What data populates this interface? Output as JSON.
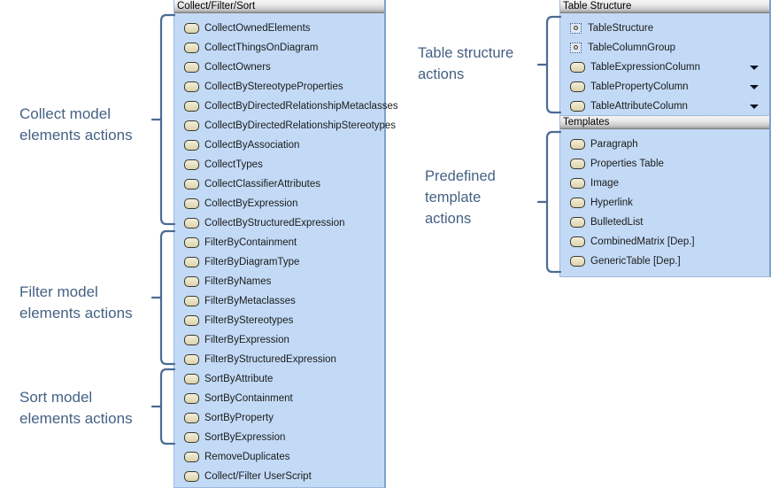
{
  "annotations": [
    {
      "id": "collect",
      "lines": [
        "Collect model",
        "elements actions"
      ]
    },
    {
      "id": "filter",
      "lines": [
        "Filter model",
        "elements actions"
      ]
    },
    {
      "id": "sort",
      "lines": [
        "Sort model",
        "elements actions"
      ]
    },
    {
      "id": "table",
      "lines": [
        "Table structure",
        "actions"
      ]
    },
    {
      "id": "template",
      "lines": [
        "Predefined",
        "template",
        "actions"
      ]
    }
  ],
  "panels": {
    "collect_filter_sort": {
      "title": "Collect/Filter/Sort",
      "items": [
        {
          "label": "CollectOwnedElements",
          "icon": "pill",
          "caret": false
        },
        {
          "label": "CollectThingsOnDiagram",
          "icon": "pill",
          "caret": false
        },
        {
          "label": "CollectOwners",
          "icon": "pill",
          "caret": false
        },
        {
          "label": "CollectByStereotypeProperties",
          "icon": "pill",
          "caret": false
        },
        {
          "label": "CollectByDirectedRelationshipMetaclasses",
          "icon": "pill",
          "caret": false
        },
        {
          "label": "CollectByDirectedRelationshipStereotypes",
          "icon": "pill",
          "caret": false
        },
        {
          "label": "CollectByAssociation",
          "icon": "pill",
          "caret": false
        },
        {
          "label": "CollectTypes",
          "icon": "pill",
          "caret": false
        },
        {
          "label": "CollectClassifierAttributes",
          "icon": "pill",
          "caret": false
        },
        {
          "label": "CollectByExpression",
          "icon": "pill",
          "caret": false
        },
        {
          "label": "CollectByStructuredExpression",
          "icon": "pill",
          "caret": false
        },
        {
          "label": "FilterByContainment",
          "icon": "pill",
          "caret": false
        },
        {
          "label": "FilterByDiagramType",
          "icon": "pill",
          "caret": false
        },
        {
          "label": "FilterByNames",
          "icon": "pill",
          "caret": false
        },
        {
          "label": "FilterByMetaclasses",
          "icon": "pill",
          "caret": false
        },
        {
          "label": "FilterByStereotypes",
          "icon": "pill",
          "caret": false
        },
        {
          "label": "FilterByExpression",
          "icon": "pill",
          "caret": false
        },
        {
          "label": "FilterByStructuredExpression",
          "icon": "pill",
          "caret": false
        },
        {
          "label": "SortByAttribute",
          "icon": "pill",
          "caret": false
        },
        {
          "label": "SortByContainment",
          "icon": "pill",
          "caret": false
        },
        {
          "label": "SortByProperty",
          "icon": "pill",
          "caret": false
        },
        {
          "label": "SortByExpression",
          "icon": "pill",
          "caret": false
        },
        {
          "label": "RemoveDuplicates",
          "icon": "pill",
          "caret": false
        },
        {
          "label": "Collect/Filter UserScript",
          "icon": "pill",
          "caret": false
        }
      ]
    },
    "table_structure": {
      "title": "Table Structure",
      "items": [
        {
          "label": "TableStructure",
          "icon": "group",
          "caret": false
        },
        {
          "label": "TableColumnGroup",
          "icon": "group",
          "caret": false
        },
        {
          "label": "TableExpressionColumn",
          "icon": "pill",
          "caret": true
        },
        {
          "label": "TablePropertyColumn",
          "icon": "pill",
          "caret": true
        },
        {
          "label": "TableAttributeColumn",
          "icon": "pill",
          "caret": true
        }
      ]
    },
    "templates": {
      "title": "Templates",
      "items": [
        {
          "label": "Paragraph",
          "icon": "pill",
          "caret": false
        },
        {
          "label": "Properties Table",
          "icon": "pill",
          "caret": false
        },
        {
          "label": "Image",
          "icon": "pill",
          "caret": false
        },
        {
          "label": "Hyperlink",
          "icon": "pill",
          "caret": false
        },
        {
          "label": "BulletedList",
          "icon": "pill",
          "caret": false
        },
        {
          "label": "CombinedMatrix [Dep.]",
          "icon": "pill",
          "caret": false
        },
        {
          "label": "GenericTable [Dep.]",
          "icon": "pill",
          "caret": false
        }
      ]
    }
  },
  "colors": {
    "panel_background": "#c3daf6",
    "annotation_text": "#456184",
    "brace_stroke": "#4a6b94",
    "icon_fill": "#e3dcb8",
    "header_text": "#000000"
  }
}
